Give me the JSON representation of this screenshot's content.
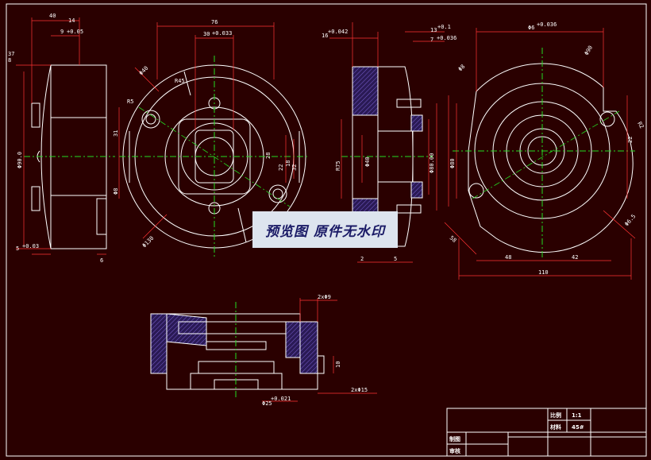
{
  "watermark": "预览图 原件无水印",
  "title_block": {
    "scale_label": "比例",
    "scale_value": "1:1",
    "material_label": "材料",
    "material_value": "45#",
    "drawn_label": "制图",
    "checked_label": "审核"
  },
  "dimensions": {
    "side_top": "40",
    "side_top2": "14",
    "side_top3": "9",
    "side_tol": "+0.05",
    "side_left_a": "37",
    "side_left_b": "8",
    "side_vert": "Φ90.0",
    "side_bottom": "5",
    "side_bottom_tol": "+0.03",
    "side_bottom_r": "6",
    "front_top": "76",
    "front_top2": "30",
    "front_top2_tol": "+0.033",
    "front_a": "Φ40",
    "front_b": "R45",
    "front_c": "31",
    "front_d": "Φ8",
    "front_e": "22",
    "front_f": "18",
    "front_g": "32",
    "front_h": "28",
    "front_i": "Φ130",
    "front_j": "R5",
    "sec_top": "16",
    "sec_top_tol": "+0.042",
    "sec_top2": "13",
    "sec_top2_tol": "+0.1",
    "sec_top3": "7",
    "sec_top3_tol": "+0.036",
    "sec_a": "R75",
    "sec_b": "Φ40",
    "sec_c": "Φ80.00",
    "sec_bottom": "2",
    "sec_bottom2": "5",
    "right_top": "Φ6",
    "right_top_tol": "+0.036",
    "right_a": "Φ8",
    "right_b": "Φ90",
    "right_c": "Φ80",
    "right_d": "R2",
    "right_e": "22",
    "right_f": "58",
    "right_g": "48",
    "right_h": "42",
    "right_i": "110",
    "right_j": "Φ6.5",
    "bot_a": "2xΦ9",
    "bot_b": "10",
    "bot_c": "2xΦ15",
    "bot_d": "Φ25",
    "bot_d_tol": "+0.021"
  }
}
